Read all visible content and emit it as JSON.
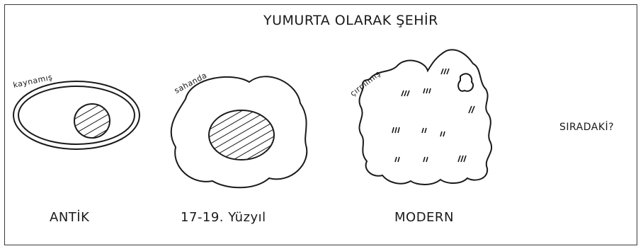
{
  "title": "YUMURTA OLARAK ŞEHİR",
  "stages": [
    {
      "label": "ANTİK",
      "tag": "kaynamış"
    },
    {
      "label": "17-19. Yüzyıl",
      "tag": "sahanda"
    },
    {
      "label": "MODERN",
      "tag": "çırpılmış"
    }
  ],
  "next_label": "SIRADAKİ?"
}
